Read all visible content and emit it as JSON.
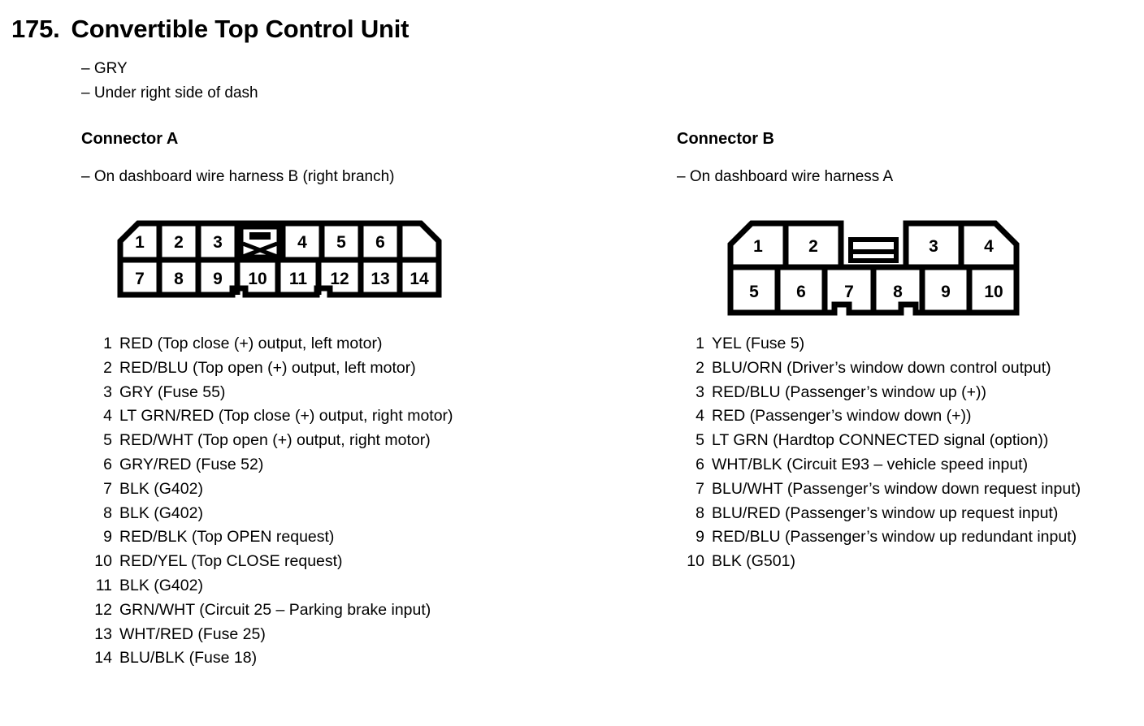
{
  "page": {
    "section_number": "175.",
    "title": "Convertible Top Control Unit",
    "notes": [
      "– GRY",
      "– Under right side of dash"
    ]
  },
  "connector_a": {
    "heading": "Connector A",
    "location_note": "– On dashboard wire harness B (right branch)",
    "diagram": {
      "top_row": [
        "1",
        "2",
        "3",
        "key",
        "4",
        "5",
        "6"
      ],
      "bottom_row": [
        "7",
        "8",
        "9",
        "10",
        "11",
        "12",
        "13",
        "14"
      ],
      "key_symbol": "blocked-slot-x"
    },
    "pins": [
      {
        "num": "1",
        "desc": "RED (Top close (+) output, left motor)"
      },
      {
        "num": "2",
        "desc": "RED/BLU (Top open (+) output, left motor)"
      },
      {
        "num": "3",
        "desc": "GRY (Fuse 55)"
      },
      {
        "num": "4",
        "desc": "LT GRN/RED (Top close (+) output, right motor)"
      },
      {
        "num": "5",
        "desc": "RED/WHT (Top open (+) output, right motor)"
      },
      {
        "num": "6",
        "desc": "GRY/RED (Fuse 52)"
      },
      {
        "num": "7",
        "desc": "BLK (G402)"
      },
      {
        "num": "8",
        "desc": "BLK (G402)"
      },
      {
        "num": "9",
        "desc": "RED/BLK (Top OPEN request)"
      },
      {
        "num": "10",
        "desc": "RED/YEL (Top CLOSE request)"
      },
      {
        "num": "11",
        "desc": "BLK (G402)"
      },
      {
        "num": "12",
        "desc": "GRN/WHT (Circuit 25 – Parking brake input)"
      },
      {
        "num": "13",
        "desc": "WHT/RED (Fuse 25)"
      },
      {
        "num": "14",
        "desc": "BLU/BLK (Fuse 18)"
      }
    ]
  },
  "connector_b": {
    "heading": "Connector B",
    "location_note": "– On dashboard wire harness A",
    "diagram": {
      "top_row": [
        "1",
        "2",
        "key",
        "3",
        "4"
      ],
      "bottom_row": [
        "5",
        "6",
        "7",
        "8",
        "9",
        "10"
      ],
      "key_symbol": "blocked-slot-bar"
    },
    "pins": [
      {
        "num": "1",
        "desc": "YEL (Fuse 5)"
      },
      {
        "num": "2",
        "desc": "BLU/ORN (Driver’s window down control output)"
      },
      {
        "num": "3",
        "desc": "RED/BLU (Passenger’s window up (+))"
      },
      {
        "num": "4",
        "desc": "RED (Passenger’s window down (+))"
      },
      {
        "num": "5",
        "desc": "LT GRN (Hardtop CONNECTED signal (option))"
      },
      {
        "num": "6",
        "desc": "WHT/BLK (Circuit E93 – vehicle speed input)"
      },
      {
        "num": "7",
        "desc": "BLU/WHT (Passenger’s window down request input)"
      },
      {
        "num": "8",
        "desc": "BLU/RED (Passenger’s window up request input)"
      },
      {
        "num": "9",
        "desc": "RED/BLU (Passenger’s window up redundant input)"
      },
      {
        "num": "10",
        "desc": "BLK (G501)"
      }
    ]
  },
  "colors": {
    "ink": "#000000",
    "paper": "#ffffff"
  }
}
